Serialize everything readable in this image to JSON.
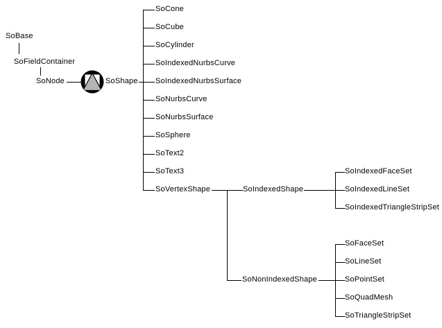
{
  "diagram": {
    "background_color": "#ffffff",
    "line_color": "#000000",
    "icon": {
      "name": "node-icon",
      "description": "gray triangle on white field inside black circle",
      "circle_color": "#000000",
      "field_color": "#ffffff",
      "triangle_color": "#b4b4b4"
    },
    "nodes": {
      "base": "SoBase",
      "fieldContainer": "SoFieldContainer",
      "node": "SoNode",
      "shape": "SoShape",
      "shapeChildren": [
        "SoCone",
        "SoCube",
        "SoCylinder",
        "SoIndexedNurbsCurve",
        "SoIndexedNurbsSurface",
        "SoNurbsCurve",
        "SoNurbsSurface",
        "SoSphere",
        "SoText2",
        "SoText3",
        "SoVertexShape"
      ],
      "indexedShape": "SoIndexedShape",
      "indexedShapeChildren": [
        "SoIndexedFaceSet",
        "SoIndexedLineSet",
        "SoIndexedTriangleStripSet"
      ],
      "nonIndexedShape": "SoNonIndexedShape",
      "nonIndexedShapeChildren": [
        "SoFaceSet",
        "SoLineSet",
        "SoPointSet",
        "SoQuadMesh",
        "SoTriangleStripSet"
      ]
    }
  }
}
